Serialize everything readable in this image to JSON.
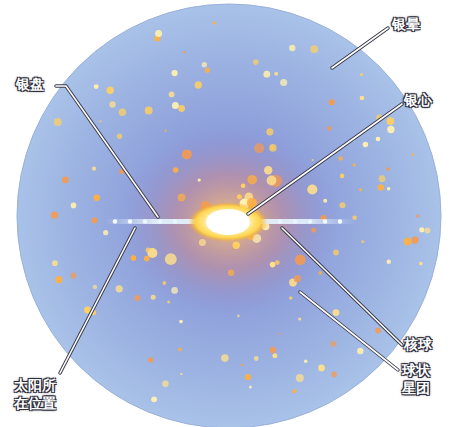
{
  "diagram": {
    "labels": [
      "银晕",
      "银盘",
      "银心",
      "核球",
      "太阳所在位置",
      "球状星团"
    ]
  }
}
